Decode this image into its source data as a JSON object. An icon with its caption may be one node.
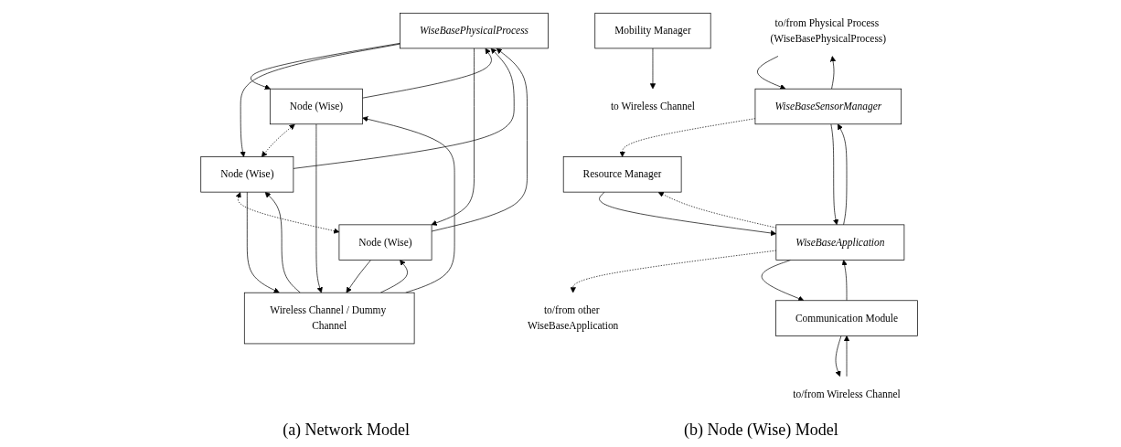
{
  "diagram": {
    "nodes": [
      {
        "text": [
          "WiseBasePhysicalProcess"
        ]
      },
      {
        "text": [
          "Node (Wise)"
        ]
      },
      {
        "text": [
          "Node (Wise)"
        ]
      },
      {
        "text": [
          "Node (Wise)"
        ]
      },
      {
        "text": [
          "Wireless Channel / Dummy Channel"
        ]
      },
      {
        "text": [
          "to/from Physical Process (WiseBasePhysicalProcess)"
        ]
      },
      {
        "text": [
          "WiseBaseSensorManager"
        ]
      },
      {
        "text": [
          "Resource Manager"
        ]
      },
      {
        "text": [
          "to/from other WiseBaseApplication"
        ]
      },
      {
        "text": [
          "WiseBaseApplication"
        ]
      },
      {
        "text": [
          "Communication Module"
        ]
      },
      {
        "text": [
          "Mobility Manager"
        ]
      },
      {
        "text": [
          "to/from Wireless Channel"
        ]
      },
      {
        "text": [
          "to Wireless Channel"
        ]
      }
    ],
    "edges": [
      {
        "from": 0,
        "to": 1,
        "arrow": "to"
      },
      {
        "from": 1,
        "to": 0,
        "arrow": "to"
      },
      {
        "from": 0,
        "to": 2,
        "arrow": "to"
      },
      {
        "from": 2,
        "to": 0,
        "arrow": "to"
      },
      {
        "from": 0,
        "to": 3,
        "arrow": "to"
      },
      {
        "from": 3,
        "to": 0,
        "arrow": "to"
      },
      {
        "from": 1,
        "to": 2,
        "arrow": "both",
        "style": "dashed"
      },
      {
        "from": 2,
        "to": 3,
        "arrow": "both",
        "style": "dashed"
      },
      {
        "from": 1,
        "to": 4,
        "arrow": "to"
      },
      {
        "from": 4,
        "to": 1,
        "arrow": "to"
      },
      {
        "from": 2,
        "to": 4,
        "arrow": "to"
      },
      {
        "from": 4,
        "to": 2,
        "arrow": "to"
      },
      {
        "from": 3,
        "to": 4,
        "arrow": "to"
      },
      {
        "from": 4,
        "to": 3,
        "arrow": "to"
      },
      {
        "from": 5,
        "to": 6,
        "arrow": "to"
      },
      {
        "from": 6,
        "to": 5,
        "arrow": "to"
      },
      {
        "from": 6,
        "to": 7,
        "arrow": "to",
        "style": "dashed"
      },
      {
        "from": 6,
        "to": 9,
        "arrow": "to"
      },
      {
        "from": 9,
        "to": 6,
        "arrow": "to"
      },
      {
        "from": 9,
        "to": 8,
        "arrow": "to",
        "style": "dashed"
      },
      {
        "from": 9,
        "to": 7,
        "arrow": "to",
        "style": "dashed"
      },
      {
        "from": 7,
        "to": 9,
        "arrow": "to"
      },
      {
        "from": 9,
        "to": 10,
        "arrow": "to"
      },
      {
        "from": 10,
        "to": 9,
        "arrow": "to"
      },
      {
        "from": 10,
        "to": 12,
        "arrow": "to"
      },
      {
        "from": 12,
        "to": 10,
        "arrow": "to"
      },
      {
        "from": 11,
        "to": 13,
        "arrow": "to"
      }
    ],
    "labels": [
      "(a) Network Model",
      "(b) Node (Wise) Model"
    ]
  }
}
